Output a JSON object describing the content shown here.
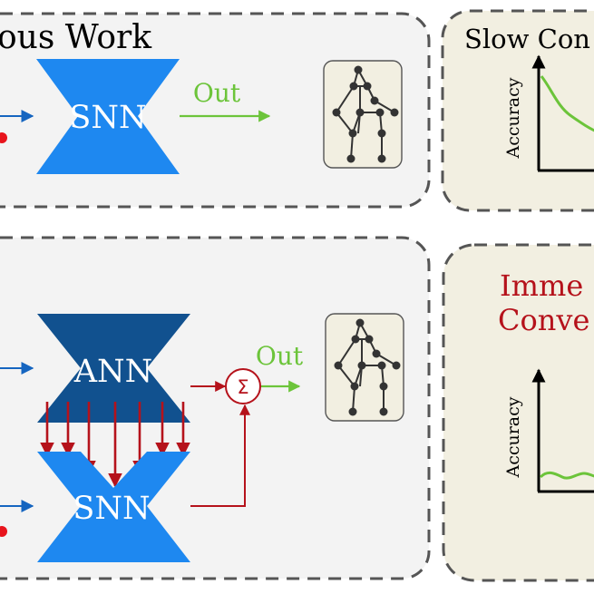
{
  "top_panel": {
    "title": "ous Work",
    "network_label": "SNN",
    "output_label": "Out"
  },
  "top_right_panel": {
    "title": "Slow Con",
    "y_axis_label": "Accuracy"
  },
  "bottom_panel": {
    "ann_label": "ANN",
    "snn_label": "SNN",
    "sum_symbol": "Σ",
    "output_label": "Out"
  },
  "bottom_right_panel": {
    "title_line1": "Imme",
    "title_line2": "Conve",
    "y_axis_label": "Accuracy"
  },
  "colors": {
    "snn_blue": "#1e88f0",
    "ann_navy": "#11518f",
    "input_arrow_blue": "#1565c0",
    "output_green": "#6cc43a",
    "fusion_red": "#b5121b",
    "spike_red": "#e8141c",
    "panel_gray": "#f3f3f3",
    "panel_beige": "#f2efe1",
    "dash_gray": "#555555"
  },
  "icons": [
    "pose-skeleton-icon",
    "summation-icon"
  ]
}
